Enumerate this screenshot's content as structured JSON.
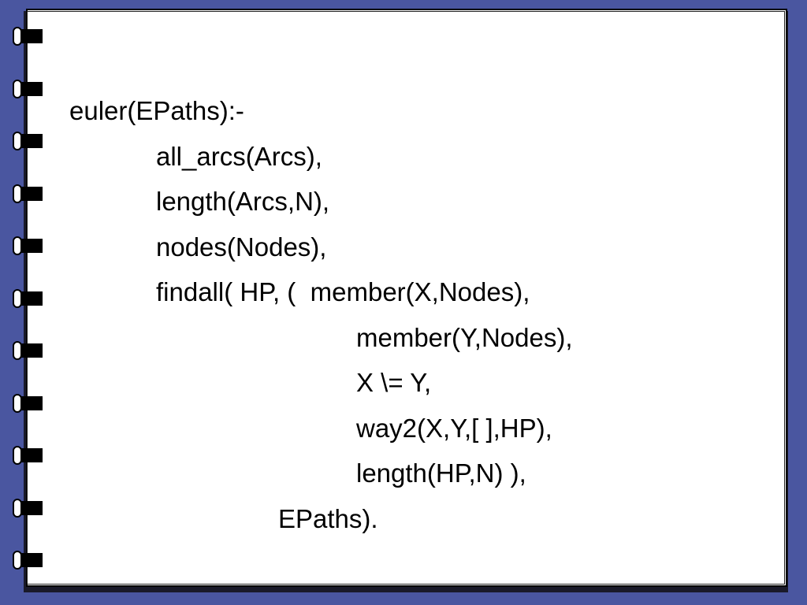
{
  "slide": {
    "background_color": "#4a56a0",
    "page_color": "#ffffff",
    "lines": [
      "euler(EPaths):-",
      "all_arcs(Arcs),",
      "length(Arcs,N),",
      "nodes(Nodes),",
      "findall( HP, (  member(X,Nodes),",
      "member(Y,Nodes),",
      "X \\= Y,",
      "way2(X,Y,[ ],HP),",
      "length(HP,N) ),",
      "EPaths)."
    ]
  },
  "binder": {
    "ring_icon": "binder-ring-icon",
    "ring_count": 11
  }
}
